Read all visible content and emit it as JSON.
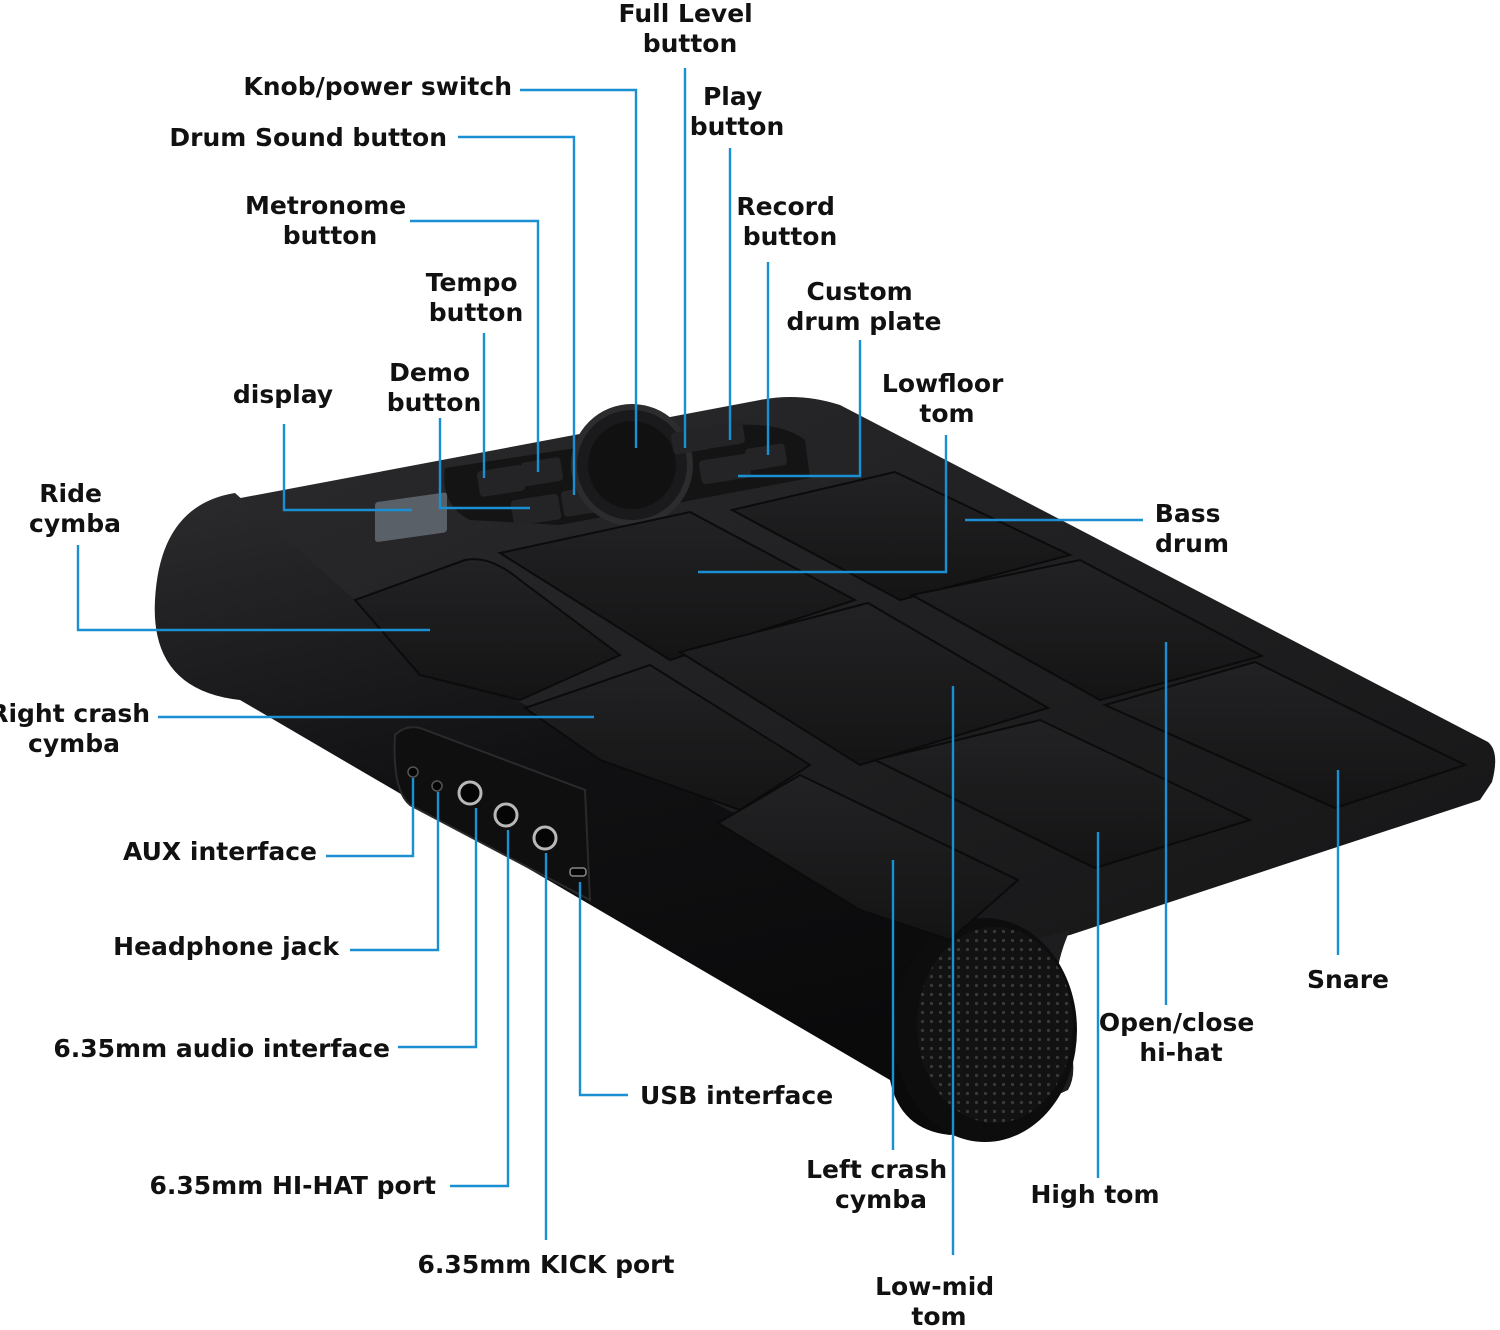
{
  "colors": {
    "background": "#ffffff",
    "leader_line": "#1a8fd1",
    "label_text": "#111111",
    "device_body": "#1c1c1e",
    "pad": "#161617"
  },
  "labels": {
    "full_level": [
      "Full Level",
      "button"
    ],
    "knob_power": [
      "Knob/power switch"
    ],
    "play": [
      "Play",
      "button"
    ],
    "drum_sound": [
      "Drum Sound button"
    ],
    "metronome": [
      "Metronome",
      "button"
    ],
    "record": [
      "Record",
      "button"
    ],
    "tempo": [
      "Tempo",
      "button"
    ],
    "custom_plate": [
      "Custom",
      "drum plate"
    ],
    "demo": [
      "Demo",
      "button"
    ],
    "display": [
      "display"
    ],
    "lowfloor_tom": [
      "Lowfloor",
      "tom"
    ],
    "ride": [
      "Ride",
      "cymba"
    ],
    "bass": [
      "Bass",
      "drum"
    ],
    "right_crash": [
      "Right crash",
      "cymba"
    ],
    "aux": [
      "AUX interface"
    ],
    "headphone": [
      "Headphone jack"
    ],
    "snare": [
      "Snare"
    ],
    "open_hihat": [
      "Open/close",
      "hi-hat"
    ],
    "audio_635": [
      "6.35mm audio interface"
    ],
    "usb": [
      "USB interface"
    ],
    "left_crash": [
      "Left crash",
      "cymba"
    ],
    "high_tom": [
      "High tom"
    ],
    "hihat_port": [
      "6.35mm HI-HAT port"
    ],
    "kick_port": [
      "6.35mm KICK port"
    ],
    "low_mid_tom": [
      "Low-mid",
      "tom"
    ]
  }
}
